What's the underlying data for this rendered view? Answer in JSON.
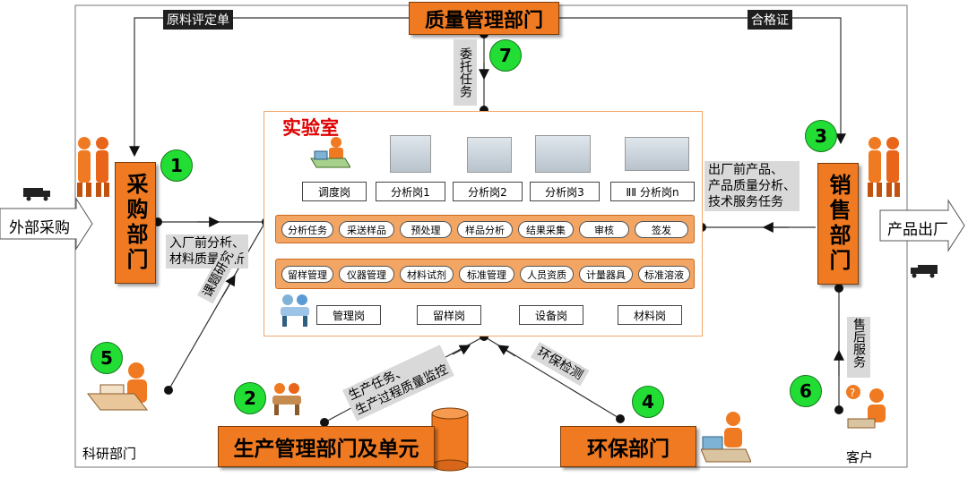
{
  "departments": {
    "quality": "质量管理部门",
    "purchase": "采购部门",
    "sales": "销售部门",
    "production": "生产管理部门及单元",
    "environment": "环保部门",
    "research": "科研部门",
    "customer": "客户"
  },
  "external": {
    "purchase_in": "外部采购",
    "product_out": "产品出厂"
  },
  "flows": {
    "raw_material_review": "原料评定单",
    "certificate": "合格证",
    "entrust_task": "委托任务",
    "incoming_analysis_1": "入厂前分析、",
    "incoming_analysis_2": "材料质量分析",
    "outgoing_1": "出厂前产品、",
    "outgoing_2": "产品质量分析、",
    "outgoing_3": "技术服务任务",
    "research_topic": "课题研究",
    "production_1": "生产任务、",
    "production_2": "生产过程质量监控",
    "env_test": "环保检测",
    "after_sales": "售后服务"
  },
  "badges": [
    "1",
    "2",
    "3",
    "4",
    "5",
    "6",
    "7"
  ],
  "lab": {
    "title": "实验室",
    "posts_top": [
      "调度岗",
      "分析岗1",
      "分析岗2",
      "分析岗3",
      "ⅡⅡ 分析岗n"
    ],
    "process": [
      "分析任务",
      "采送样品",
      "预处理",
      "样品分析",
      "结果采集",
      "审核",
      "签发"
    ],
    "management": [
      "留样管理",
      "仪器管理",
      "材料试剂",
      "标准管理",
      "人员资质",
      "计量器具",
      "标准溶液"
    ],
    "posts_bottom": [
      "管理岗",
      "留样岗",
      "设备岗",
      "材料岗"
    ]
  }
}
